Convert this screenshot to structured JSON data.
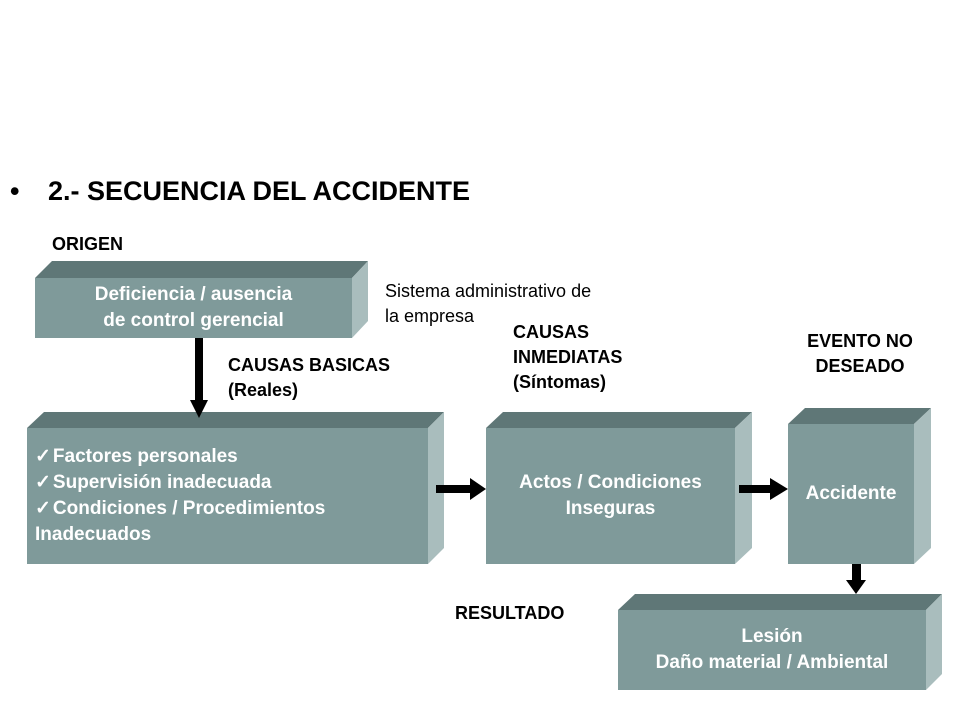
{
  "title": {
    "bullet": "•",
    "text": "2.- SECUENCIA  DEL ACCIDENTE"
  },
  "labels": {
    "origen": "ORIGEN",
    "sistema": [
      "Sistema administrativo de",
      "la empresa"
    ],
    "causas_basicas": [
      "CAUSAS BASICAS",
      "(Reales)"
    ],
    "causas_inmediatas": [
      "CAUSAS",
      "INMEDIATAS",
      "(Síntomas)"
    ],
    "evento": [
      "EVENTO NO",
      "DESEADO"
    ],
    "resultado": "RESULTADO"
  },
  "boxes": {
    "deficiencia": [
      "Deficiencia / ausencia",
      "de control gerencial"
    ],
    "factores": {
      "check_glyph": "✓",
      "items": [
        "Factores personales",
        "Supervisión inadecuada",
        "Condiciones / Procedimientos"
      ],
      "continuation": "Inadecuados"
    },
    "actos": [
      "Actos / Condiciones",
      "Inseguras"
    ],
    "accidente": "Accidente",
    "lesion": [
      "Lesión",
      "Daño material / Ambiental"
    ]
  },
  "colors": {
    "box_front": "#7f9a9a",
    "box_top": "#5f7777",
    "box_side": "#a9bdbd",
    "arrow": "#000000"
  }
}
